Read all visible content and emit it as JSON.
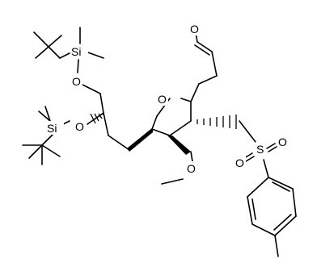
{
  "molecule": {
    "labels": {
      "si_top": "Si",
      "si_left": "Si",
      "o_silyl_top": "O",
      "o_silyl_left": "O",
      "o_ring": "O",
      "o_aldehyde": "O",
      "o_methoxy": "O",
      "s_sulfonyl": "S",
      "o_sulfonyl_1": "O",
      "o_sulfonyl_2": "O"
    }
  }
}
